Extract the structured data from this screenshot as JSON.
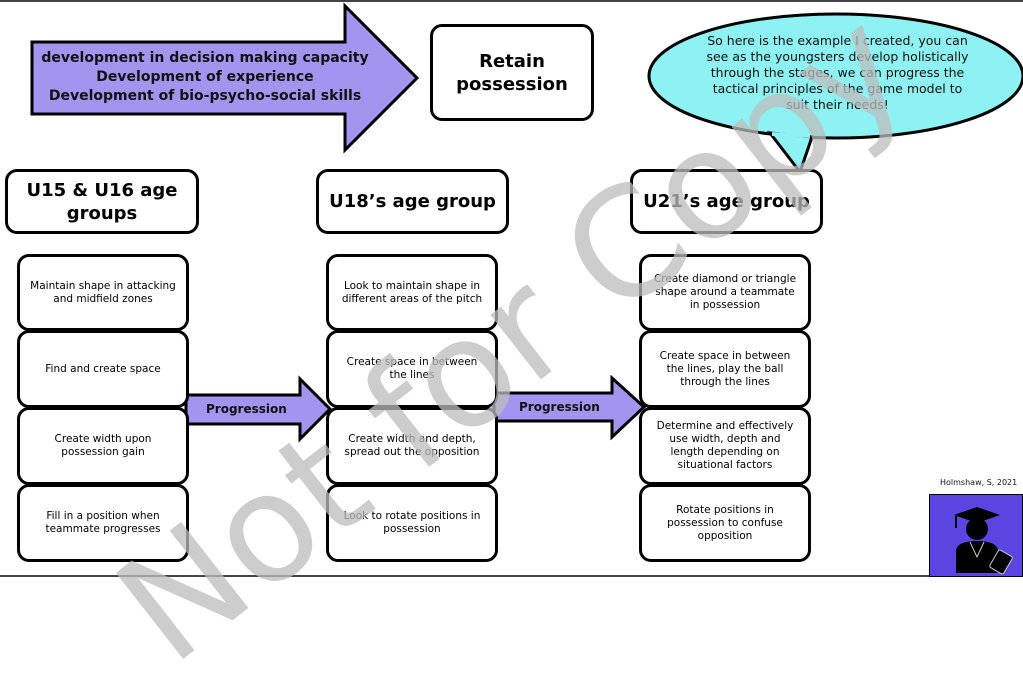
{
  "top_arrow": {
    "lines": [
      "development in decision making capacity",
      "Development of experience",
      "Development of bio-psycho-social skills"
    ],
    "fill": "#a394f0"
  },
  "goal": "Retain possession",
  "speech_bubble": {
    "text": "So here is the example I created, you can see as the youngsters develop holistically through the stages, we can progress the tactical principles of the game model to suit their needs!",
    "fill": "#8ef2f2"
  },
  "columns": [
    {
      "header": "U15 & U16 age groups",
      "items": [
        "Maintain shape in attacking and midfield zones",
        "Find and create space",
        "Create width upon possession gain",
        "Fill in a position when teammate progresses"
      ]
    },
    {
      "header": "U18’s age group",
      "items": [
        "Look to maintain shape in different areas of the pitch",
        "Create space in between the lines",
        "Create width and depth, spread out the opposition",
        "Look to rotate positions in possession"
      ]
    },
    {
      "header": "U21’s age group",
      "items": [
        "Create diamond or triangle shape around a teammate in possession",
        "Create space in between the lines, play the ball through the lines",
        "Determine and effectively use width, depth and length depending on situational factors",
        "Rotate positions in possession to confuse opposition"
      ]
    }
  ],
  "progression_arrows": [
    "Progression",
    "Progression"
  ],
  "watermark": "Not for Copy",
  "credit": "Holmshaw, S, 2021",
  "logo_color": "#5b45e0"
}
